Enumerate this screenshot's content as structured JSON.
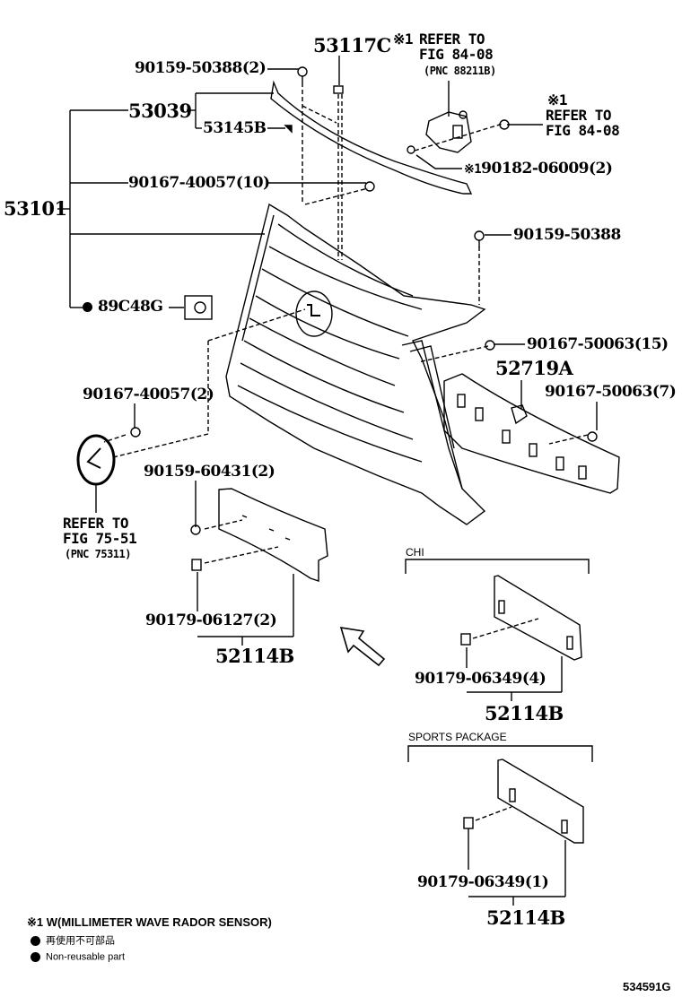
{
  "diagram": {
    "figure_id": "534591G",
    "labels": {
      "p53117C": "53117C",
      "p90159_50388_2": "90159-50388(2)",
      "p53039": "53039",
      "p53145B": "53145B",
      "p90167_40057_10": "90167-40057(10)",
      "p53101": "53101",
      "p90159_50388": "90159-50388",
      "p89C48G": "89C48G",
      "p90167_50063_15": "90167-50063(15)",
      "p52719A": "52719A",
      "p90167_50063_7": "90167-50063(7)",
      "p90167_40057_2": "90167-40057(2)",
      "p90159_60431_2": "90159-60431(2)",
      "p90179_06127_2": "90179-06127(2)",
      "p52114B_main": "52114B",
      "p90182_06009_2": "90182-06009(2)",
      "p90179_06349_4": "90179-06349(4)",
      "p52114B_chi": "52114B",
      "p90179_06349_1": "90179-06349(1)",
      "p52114B_sports": "52114B"
    },
    "references": {
      "sensor_ref_mark": "※1",
      "sensor_ref_line1": "REFER TO",
      "sensor_ref_line2": "FIG 84-08",
      "sensor_ref_pnc": "(PNC 88211B)",
      "bracket_ref_mark": "※1",
      "bracket_ref_line1": "REFER TO",
      "bracket_ref_line2": "FIG 84-08",
      "nut_ref_mark": "※1",
      "emblem_ref_line1": "REFER TO",
      "emblem_ref_line2": "FIG 75-51",
      "emblem_ref_pnc": "(PNC 75311)"
    },
    "sections": {
      "chi": "CHI",
      "sports": "SPORTS PACKAGE"
    },
    "legend": {
      "note1": "※1  W(MILLIMETER WAVE RADOR SENSOR)",
      "nonreusable_jp": "再使用不可部品",
      "nonreusable_en": "Non-reusable part"
    }
  }
}
